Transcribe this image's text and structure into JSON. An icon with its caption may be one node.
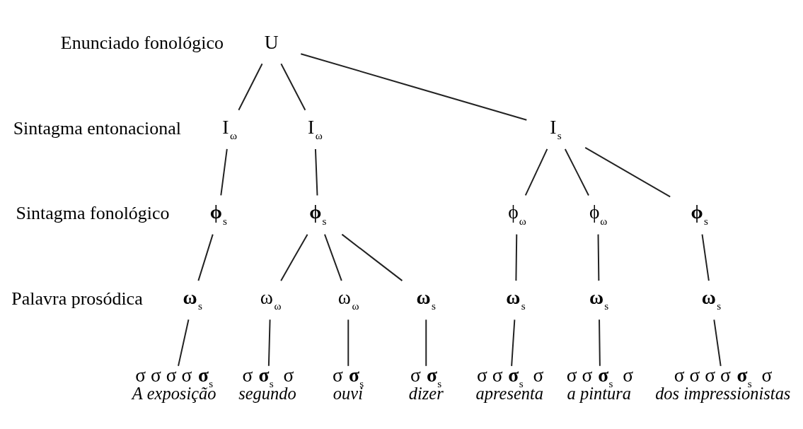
{
  "diagram": {
    "nodes": [
      {
        "text": [
          "U"
        ]
      },
      {
        "text": [
          "I$_{ω}$"
        ]
      },
      {
        "text": [
          "I$_{ω}$"
        ]
      },
      {
        "text": [
          "I$_{s}$"
        ]
      },
      {
        "text": [
          "**ϕ**$_{s}$"
        ]
      },
      {
        "text": [
          "**ϕ**$_{s}$"
        ]
      },
      {
        "text": [
          "ϕ$_{ω}$"
        ]
      },
      {
        "text": [
          "ϕ$_{ω}$"
        ]
      },
      {
        "text": [
          "**ϕ**$_{s}$"
        ]
      },
      {
        "text": [
          "**ω**$_{s}$"
        ]
      },
      {
        "text": [
          "ω$_{ω}$"
        ]
      },
      {
        "text": [
          "ω$_{ω}$"
        ]
      },
      {
        "text": [
          "**ω**$_{s}$"
        ]
      },
      {
        "text": [
          "**ω**$_{s}$"
        ]
      },
      {
        "text": [
          "**ω**$_{s}$"
        ]
      },
      {
        "text": [
          "**ω**$_{s}$"
        ]
      },
      {
        "text": [
          "σ σ σ σ **σ**$_{s}$"
        ],
        "beside": [
          "*A exposição*"
        ]
      },
      {
        "text": [
          "σ **σ**$_{s}$ σ"
        ],
        "beside": [
          "*segundo*"
        ]
      },
      {
        "text": [
          "σ **σ**$_{s}$"
        ],
        "beside": [
          "*ouvi*"
        ]
      },
      {
        "text": [
          "σ **σ**$_{s}$"
        ],
        "beside": [
          "*dizer*"
        ]
      },
      {
        "text": [
          "σ σ **σ**$_{s}$ σ"
        ],
        "beside": [
          "*apresenta*"
        ]
      },
      {
        "text": [
          "σ σ **σ**$_{s}$ σ"
        ],
        "beside": [
          "*a pintura*"
        ]
      },
      {
        "text": [
          "σ σ σ σ **σ**$_{s}$ σ"
        ],
        "beside": [
          "*dos impressionistas*"
        ]
      }
    ],
    "edges": [
      {
        "from": 0,
        "to": 1,
        "arrow": "none"
      },
      {
        "from": 0,
        "to": 2,
        "arrow": "none"
      },
      {
        "from": 0,
        "to": 3,
        "arrow": "none"
      },
      {
        "from": 1,
        "to": 4,
        "arrow": "none"
      },
      {
        "from": 2,
        "to": 5,
        "arrow": "none"
      },
      {
        "from": 3,
        "to": 6,
        "arrow": "none"
      },
      {
        "from": 3,
        "to": 7,
        "arrow": "none"
      },
      {
        "from": 3,
        "to": 8,
        "arrow": "none"
      },
      {
        "from": 4,
        "to": 9,
        "arrow": "none"
      },
      {
        "from": 5,
        "to": 10,
        "arrow": "none"
      },
      {
        "from": 5,
        "to": 11,
        "arrow": "none"
      },
      {
        "from": 5,
        "to": 12,
        "arrow": "none"
      },
      {
        "from": 6,
        "to": 13,
        "arrow": "none"
      },
      {
        "from": 7,
        "to": 14,
        "arrow": "none"
      },
      {
        "from": 8,
        "to": 15,
        "arrow": "none"
      },
      {
        "from": 9,
        "to": 16,
        "arrow": "none"
      },
      {
        "from": 10,
        "to": 17,
        "arrow": "none"
      },
      {
        "from": 11,
        "to": 18,
        "arrow": "none"
      },
      {
        "from": 12,
        "to": 19,
        "arrow": "none"
      },
      {
        "from": 13,
        "to": 20,
        "arrow": "none"
      },
      {
        "from": 14,
        "to": 21,
        "arrow": "none"
      },
      {
        "from": 15,
        "to": 22,
        "arrow": "none"
      }
    ],
    "labels": [
      "Enunciado fonológico",
      "Sintagma entonacional",
      "Sintagma fonológico",
      "Palavra prosódica"
    ]
  }
}
